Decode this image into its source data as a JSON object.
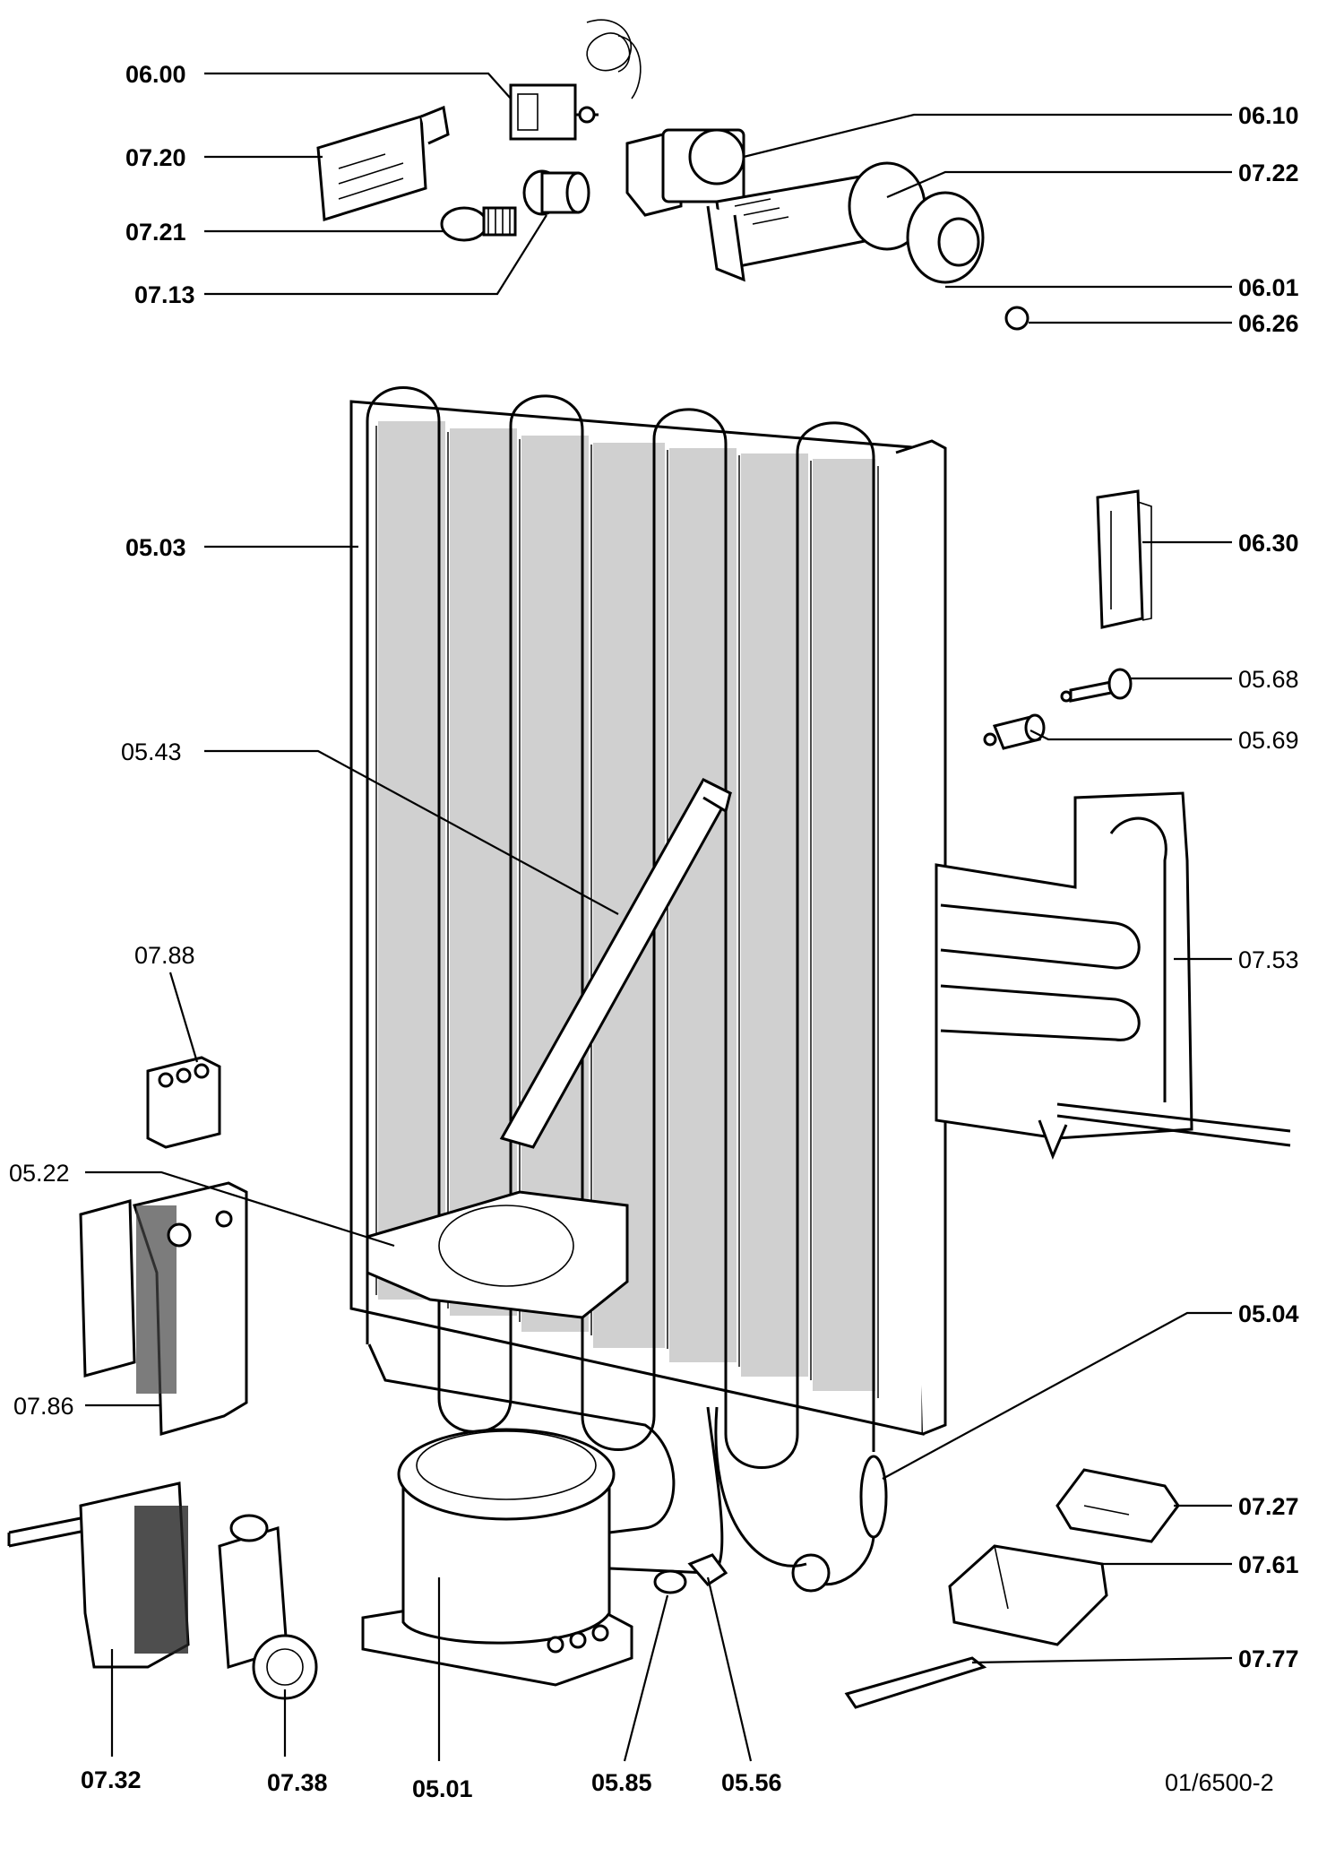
{
  "drawing_number": "01/6500-2",
  "callouts": [
    {
      "id": "lbl-0600",
      "text": "06.00"
    },
    {
      "id": "lbl-0720",
      "text": "07.20"
    },
    {
      "id": "lbl-0721",
      "text": "07.21"
    },
    {
      "id": "lbl-0713",
      "text": "07.13"
    },
    {
      "id": "lbl-0610",
      "text": "06.10"
    },
    {
      "id": "lbl-0722",
      "text": "07.22"
    },
    {
      "id": "lbl-0601",
      "text": "06.01"
    },
    {
      "id": "lbl-0626",
      "text": "06.26"
    },
    {
      "id": "lbl-0503",
      "text": "05.03"
    },
    {
      "id": "lbl-0630",
      "text": "06.30"
    },
    {
      "id": "lbl-0568",
      "text": "05.68"
    },
    {
      "id": "lbl-0569",
      "text": "05.69"
    },
    {
      "id": "lbl-0543",
      "text": "05.43"
    },
    {
      "id": "lbl-0788",
      "text": "07.88"
    },
    {
      "id": "lbl-0753",
      "text": "07.53"
    },
    {
      "id": "lbl-0522",
      "text": "05.22"
    },
    {
      "id": "lbl-0504",
      "text": "05.04"
    },
    {
      "id": "lbl-0786",
      "text": "07.86"
    },
    {
      "id": "lbl-0727",
      "text": "07.27"
    },
    {
      "id": "lbl-0761",
      "text": "07.61"
    },
    {
      "id": "lbl-0777",
      "text": "07.77"
    },
    {
      "id": "lbl-0732",
      "text": "07.32"
    },
    {
      "id": "lbl-0738",
      "text": "07.38"
    },
    {
      "id": "lbl-0501",
      "text": "05.01"
    },
    {
      "id": "lbl-0585",
      "text": "05.85"
    },
    {
      "id": "lbl-0556",
      "text": "05.56"
    }
  ]
}
